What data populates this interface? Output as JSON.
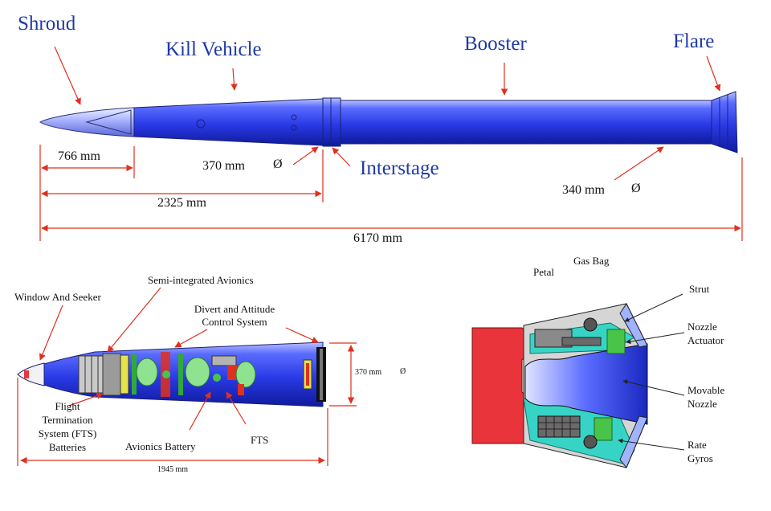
{
  "top": {
    "shroud": "Shroud",
    "kill_vehicle": "Kill Vehicle",
    "booster": "Booster",
    "flare": "Flare",
    "interstage": "Interstage",
    "dim_766": "766 mm",
    "dim_370": "370 mm",
    "dim_2325": "2325 mm",
    "dim_340": "340 mm",
    "dim_6170": "6170 mm",
    "diameter_symbol": "Ø"
  },
  "kv": {
    "window_seeker": "Window And Seeker",
    "semi_avionics": "Semi-integrated Avionics",
    "dacs_line1": "Divert and Attitude",
    "dacs_line2": "Control System",
    "fts_batteries_line1": "Flight",
    "fts_batteries_line2": "Termination",
    "fts_batteries_line3": "System (FTS)",
    "fts_batteries_line4": "Batteries",
    "avionics_battery": "Avionics Battery",
    "fts": "FTS",
    "dim_370": "370 mm",
    "dim_1945": "1945 mm",
    "diameter_symbol": "Ø"
  },
  "nozzle": {
    "petal": "Petal",
    "gas_bag": "Gas Bag",
    "strut": "Strut",
    "nozzle_actuator_line1": "Nozzle",
    "nozzle_actuator_line2": "Actuator",
    "movable_nozzle_line1": "Movable",
    "movable_nozzle_line2": "Nozzle",
    "rate_gyros_line1": "Rate",
    "rate_gyros_line2": "Gyros"
  },
  "colors": {
    "body_blue": "#2f43e6",
    "label_blue": "#1f3aa6",
    "arrow_red": "#e0301e",
    "case_red": "#e8343a",
    "avionics_green": "#8fe28f",
    "cyan": "#37d4c6"
  }
}
